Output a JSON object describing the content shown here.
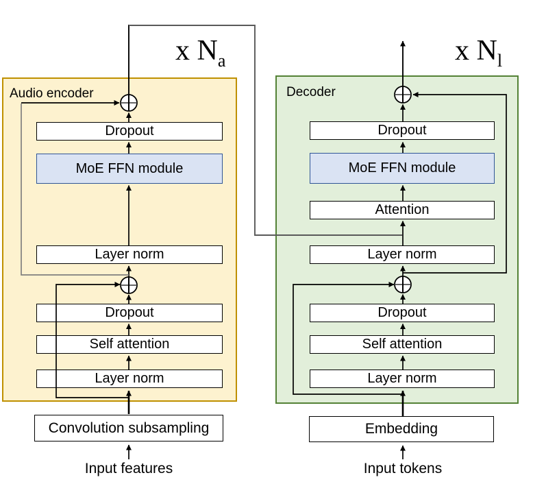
{
  "colors": {
    "encoder_fill": "#fdf2cf",
    "encoder_border": "#bf9000",
    "decoder_fill": "#e2efda",
    "decoder_border": "#538135",
    "moe_fill": "#dae3f3",
    "moe_border": "#2f5597",
    "box_fill": "#ffffff",
    "box_border": "#000000",
    "line": "#000000",
    "residual_gray": "#7f7f7f",
    "connector_gray": "#595959"
  },
  "encoder": {
    "title": "Audio encoder",
    "repeat": {
      "base": "x N",
      "sub": "a"
    },
    "blocks": [
      "Dropout",
      "MoE FFN module",
      "Layer norm",
      "Dropout",
      "Self attention",
      "Layer norm"
    ],
    "pre_block": "Convolution subsampling",
    "input_label": "Input features"
  },
  "decoder": {
    "title": "Decoder",
    "repeat": {
      "base": "x N",
      "sub": "l"
    },
    "blocks": [
      "Dropout",
      "MoE FFN module",
      "Attention",
      "Layer norm",
      "Dropout",
      "Self attention",
      "Layer norm"
    ],
    "pre_block": "Embedding",
    "input_label": "Input tokens"
  }
}
